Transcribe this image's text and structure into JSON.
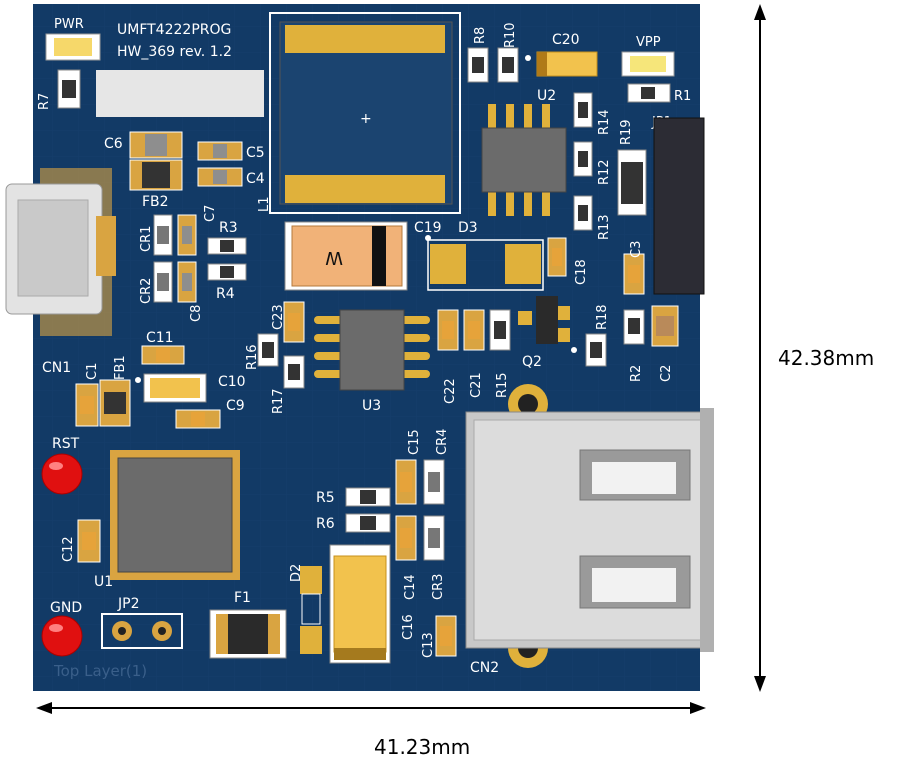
{
  "board": {
    "title_line1": "UMFT4222PROG",
    "title_line2": "HW_369 rev. 1.2",
    "layer_label": "Top Layer(1)",
    "colors": {
      "pcb": "#123a66",
      "silk": "#ffffff",
      "pad": "#d9a441",
      "led": "#e01010"
    }
  },
  "dimensions": {
    "width": "41.23mm",
    "height": "42.38mm"
  },
  "labels": {
    "pwr": "PWR",
    "vpp": "VPP",
    "r7": "R7",
    "r8": "R8",
    "r10": "R10",
    "c20": "C20",
    "r1": "R1",
    "u2": "U2",
    "r14": "R14",
    "r19": "R19",
    "jp1": "JP1",
    "r12": "R12",
    "r13": "R13",
    "c6": "C6",
    "c5": "C5",
    "c4": "C4",
    "fb2": "FB2",
    "l1": "L1",
    "c7": "C7",
    "cr1": "CR1",
    "r3": "R3",
    "r4": "R4",
    "cr2": "CR2",
    "c8": "C8",
    "c19": "C19",
    "d3": "D3",
    "c18": "C18",
    "c3": "C3",
    "c23": "C23",
    "r18": "R18",
    "r16": "R16",
    "c11": "C11",
    "q2": "Q2",
    "r2": "R2",
    "c2": "C2",
    "cn1": "CN1",
    "c1": "C1",
    "fb1": "FB1",
    "c10": "C10",
    "c9": "C9",
    "r17": "R17",
    "u3": "U3",
    "c22": "C22",
    "c21": "C21",
    "r15": "R15",
    "rst": "RST",
    "c15": "C15",
    "cr4": "CR4",
    "r5": "R5",
    "r6": "R6",
    "c12": "C12",
    "c14": "C14",
    "cr3": "CR3",
    "u1": "U1",
    "d2": "D2",
    "gnd": "GND",
    "jp2": "JP2",
    "f1": "F1",
    "c16": "C16",
    "c13": "C13",
    "cn2": "CN2",
    "plus": "+",
    "w_mark": "W"
  }
}
